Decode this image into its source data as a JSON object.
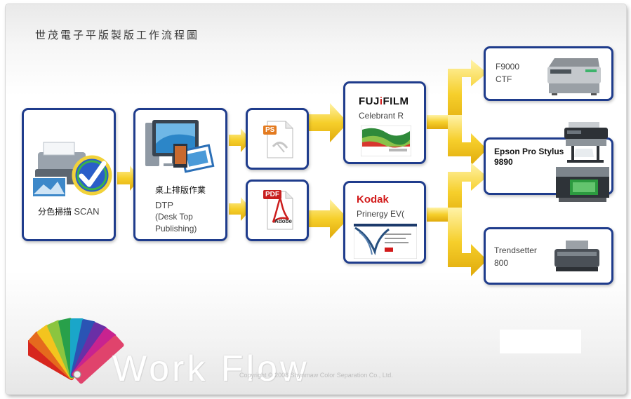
{
  "title": "世茂電子平版製版工作流程圖",
  "nodes": {
    "scan": {
      "label": "分色掃描",
      "label_en": "SCAN"
    },
    "dtp": {
      "label_cn": "桌上排版作業",
      "label_1": "DTP",
      "label_2": "(Desk Top",
      "label_3": "Publishing)"
    },
    "ps": {
      "badge": "PS"
    },
    "pdf": {
      "badge": "PDF",
      "sub": "Adobe"
    },
    "fujifilm": {
      "brand_a": "FUJ",
      "brand_i": "i",
      "brand_b": "FILM",
      "product": "Celebrant R"
    },
    "kodak": {
      "brand": "Kodak",
      "product": "Prinergy EV("
    },
    "f9000": {
      "line1": "F9000",
      "line2": "CTF"
    },
    "epson": {
      "line1": "Epson Pro Stylus",
      "line2": "9890"
    },
    "trendsetter": {
      "line1": "Trendsetter",
      "line2": "800"
    }
  },
  "watermark": "Work Flow",
  "copyright": "Copyright © 2008 Shynmaw  Color Separation Co., Ltd.",
  "colors": {
    "box_border": "#1f3c8c",
    "arrow": "#f0c419",
    "kodak_red": "#d21a1a"
  },
  "icons": [
    "printer-scanner-icon",
    "check-badge-icon",
    "computer-icon",
    "document-icon",
    "pdf-icon",
    "fujifilm-screen-icon",
    "kodak-screen-icon",
    "ctf-machine-icon",
    "wide-printer-icon",
    "platesetter-icon",
    "color-fan-icon"
  ]
}
